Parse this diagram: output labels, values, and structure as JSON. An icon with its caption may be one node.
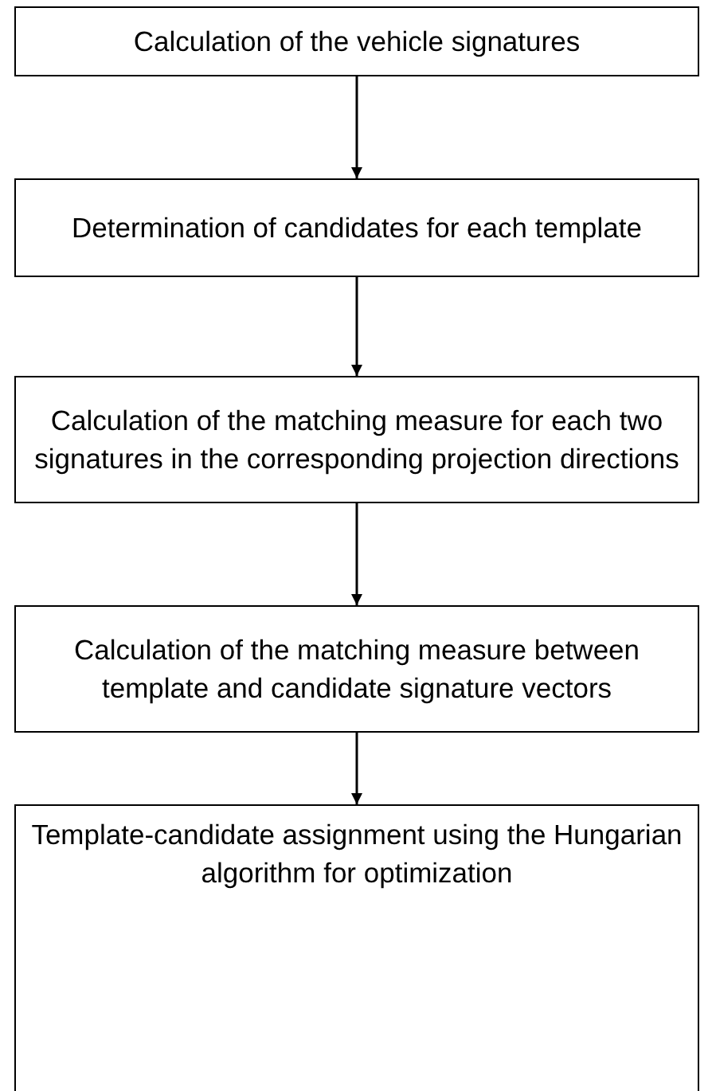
{
  "diagram": {
    "nodes": [
      {
        "text": [
          "Calculation of the vehicle signatures"
        ]
      },
      {
        "text": [
          "Determination of candidates for each template"
        ]
      },
      {
        "text": [
          "Calculation of the matching measure for each two signatures in the corresponding projection directions"
        ]
      },
      {
        "text": [
          "Calculation of the matching measure between template and candidate signature vectors"
        ]
      },
      {
        "text": [
          "Template-candidate assignment using the Hungarian algorithm for optimization"
        ]
      }
    ],
    "edges": [
      {
        "from": 0,
        "to": 1,
        "arrow": "to"
      },
      {
        "from": 1,
        "to": 2,
        "arrow": "to"
      },
      {
        "from": 2,
        "to": 3,
        "arrow": "to"
      },
      {
        "from": 3,
        "to": 4,
        "arrow": "to"
      }
    ]
  }
}
